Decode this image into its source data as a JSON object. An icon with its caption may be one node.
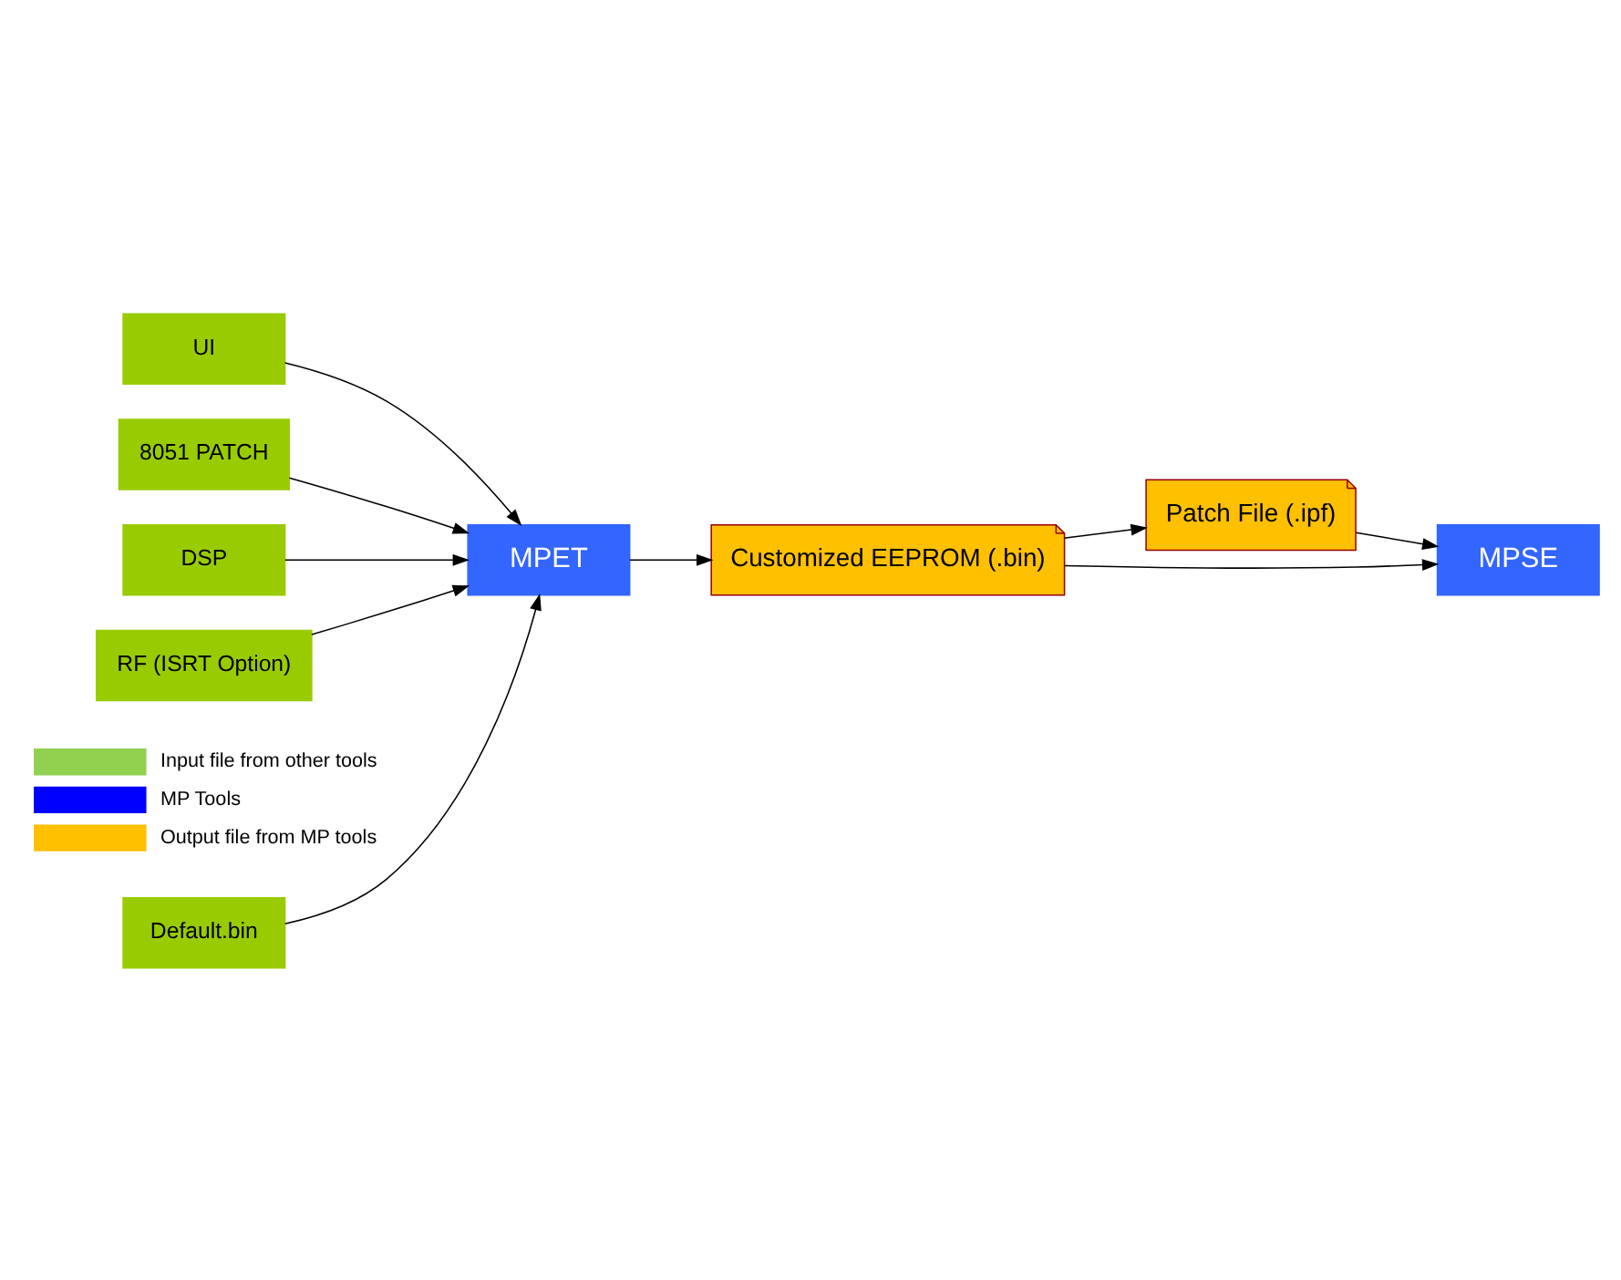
{
  "diagram": {
    "nodes": [
      {
        "text": [
          "UI"
        ]
      },
      {
        "text": [
          "8051 PATCH"
        ]
      },
      {
        "text": [
          "DSP"
        ]
      },
      {
        "text": [
          "RF (ISRT Option)"
        ]
      },
      {
        "text": [
          "Default.bin"
        ]
      },
      {
        "text": [
          "MPET"
        ]
      },
      {
        "text": [
          "Customized EEPROM (.bin)"
        ]
      },
      {
        "text": [
          "Patch File (.ipf)"
        ]
      },
      {
        "text": [
          "MPSE"
        ]
      }
    ],
    "edges": [
      {
        "from": 0,
        "to": 5,
        "arrow": "to"
      },
      {
        "from": 1,
        "to": 5,
        "arrow": "to"
      },
      {
        "from": 2,
        "to": 5,
        "arrow": "to"
      },
      {
        "from": 3,
        "to": 5,
        "arrow": "to"
      },
      {
        "from": 4,
        "to": 5,
        "arrow": "to"
      },
      {
        "from": 5,
        "to": 6,
        "arrow": "to"
      },
      {
        "from": 6,
        "to": 7,
        "arrow": "to"
      },
      {
        "from": 6,
        "to": 8,
        "arrow": "to"
      },
      {
        "from": 7,
        "to": 8,
        "arrow": "to"
      }
    ],
    "legend": [
      {
        "text": "Input file from other tools",
        "color": "#92d050"
      },
      {
        "text": "MP Tools",
        "color": "#0000ff"
      },
      {
        "text": "Output file from MP tools",
        "color": "#ffc000"
      }
    ]
  }
}
